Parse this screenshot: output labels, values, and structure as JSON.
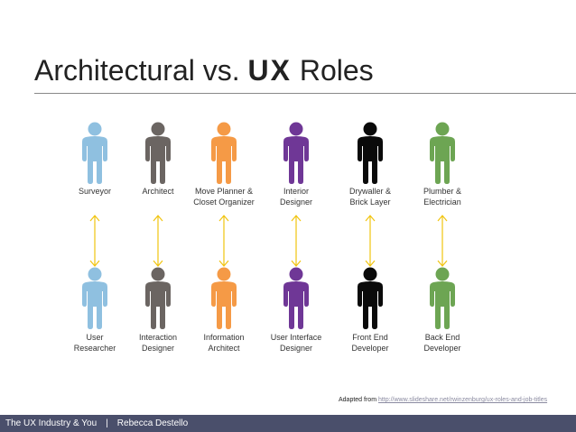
{
  "title": {
    "prefix": "Architectural vs. ",
    "emphasis": "UX",
    "suffix": " Roles"
  },
  "colors": {
    "light_blue": "#8fc0e0",
    "gray": "#6b6562",
    "orange": "#f59a46",
    "purple": "#6f3796",
    "black": "#0a0a0a",
    "green": "#6da553",
    "arrow": "#f1c40f",
    "footer_bg": "#4a4f6b"
  },
  "pairs": [
    {
      "color_key": "light_blue",
      "architectural": "Surveyor",
      "ux": "User\nResearcher"
    },
    {
      "color_key": "gray",
      "architectural": "Architect",
      "ux": "Interaction\nDesigner"
    },
    {
      "color_key": "orange",
      "architectural": "Move Planner &\nCloset Organizer",
      "ux": "Information\nArchitect"
    },
    {
      "color_key": "purple",
      "architectural": "Interior\nDesigner",
      "ux": "User Interface\nDesigner"
    },
    {
      "color_key": "black",
      "architectural": "Drywaller &\nBrick Layer",
      "ux": "Front End\nDeveloper"
    },
    {
      "color_key": "green",
      "architectural": "Plumber &\nElectrician",
      "ux": "Back End\nDeveloper"
    }
  ],
  "credit": {
    "prefix": "Adapted from ",
    "link": "http://www.slideshare.net/rwinzenburg/ux-roles-and-job-titles"
  },
  "footer": {
    "left": "The UX Industry & You",
    "separator": "|",
    "right": "Rebecca Destello"
  }
}
